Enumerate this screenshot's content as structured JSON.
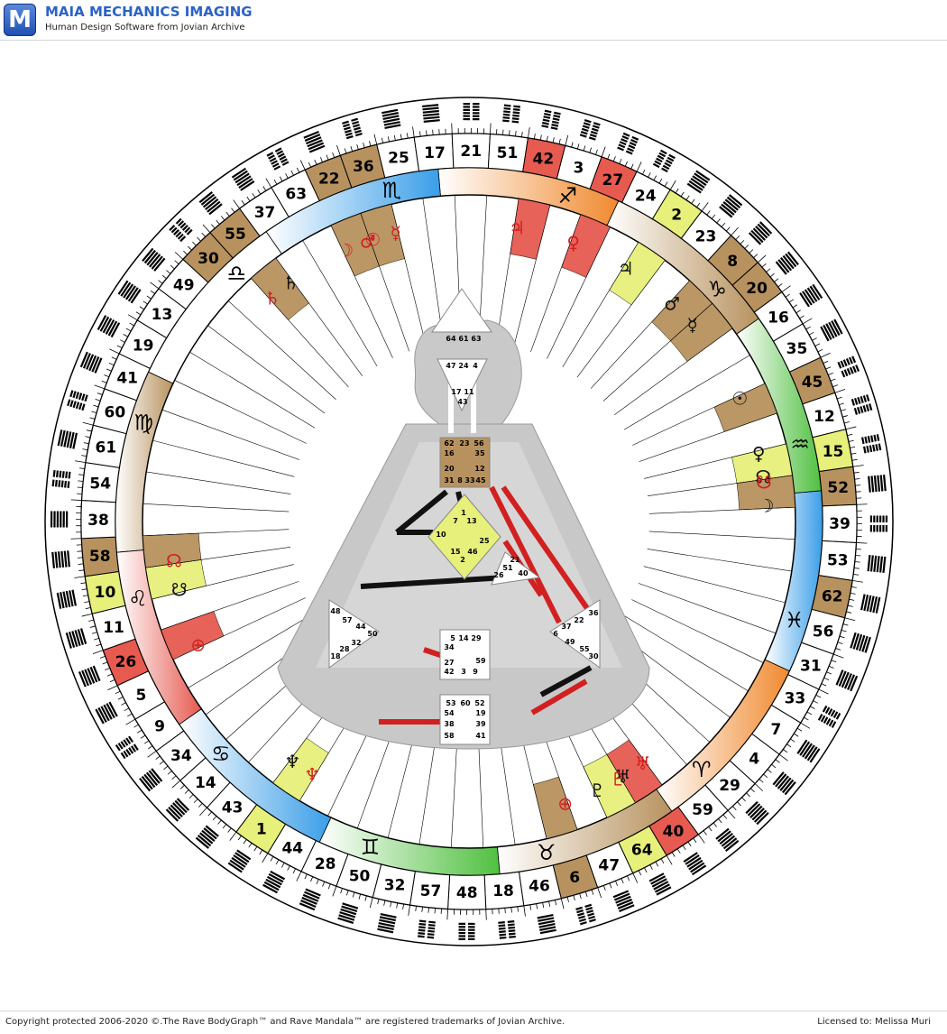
{
  "header": {
    "logo_letter": "M",
    "title": "MAIA MECHANICS IMAGING",
    "subtitle": "Human Design Software from Jovian Archive"
  },
  "footer": {
    "copyright": "Copyright protected 2006-2020 ©.The Rave BodyGraph™ and Rave Mandala™ are registered trademarks of Jovian Archive.",
    "license": "Licensed to: Melissa Muri"
  },
  "wheel": {
    "gates": [
      41,
      19,
      13,
      49,
      30,
      55,
      37,
      63,
      22,
      36,
      25,
      17,
      21,
      51,
      42,
      3,
      27,
      24,
      2,
      23,
      8,
      20,
      16,
      35,
      45,
      12,
      15,
      52,
      39,
      53,
      62,
      56,
      31,
      33,
      7,
      4,
      29,
      59,
      40,
      64,
      47,
      6,
      46,
      18,
      48,
      57,
      32,
      50,
      28,
      44,
      1,
      43,
      14,
      34,
      9,
      5,
      26,
      11,
      10,
      58,
      38,
      54,
      61,
      60
    ],
    "highlight": {
      "10": "#e6f07a",
      "1": "#e6f07a",
      "64": "#e6f07a",
      "2": "#e6f07a",
      "15": "#e6f07a",
      "26": "#e65a50",
      "40": "#e65a50",
      "42": "#e65a50",
      "27": "#e65a50",
      "58": "#b8925e",
      "30": "#b8925e",
      "55": "#b8925e",
      "22": "#b8925e",
      "36": "#b8925e",
      "6": "#b8925e",
      "62": "#b8925e",
      "8": "#b8925e",
      "20": "#b8925e",
      "45": "#b8925e",
      "52": "#b8925e"
    },
    "zodiac": [
      {
        "sign": "♑",
        "color": "#b8925e"
      },
      {
        "sign": "♐",
        "color": "#f08a30"
      },
      {
        "sign": "♏",
        "color": "#3a9ee8"
      },
      {
        "sign": "♎",
        "color": "#ffffff"
      },
      {
        "sign": "♍",
        "color": "#b8925e"
      },
      {
        "sign": "♌",
        "color": "#e65a50"
      },
      {
        "sign": "♋",
        "color": "#3a9ee8"
      },
      {
        "sign": "♊",
        "color": "#50c040"
      },
      {
        "sign": "♉",
        "color": "#b8925e"
      },
      {
        "sign": "♈",
        "color": "#f08a30"
      },
      {
        "sign": "♓",
        "color": "#3a9ee8"
      },
      {
        "sign": "♒",
        "color": "#50c040"
      }
    ],
    "planets": [
      {
        "glyph": "☊",
        "color": "#d22020",
        "gate": 58
      },
      {
        "glyph": "☋",
        "color": "#111111",
        "gate": 10
      },
      {
        "glyph": "⊕",
        "color": "#d22020",
        "gate": 26
      },
      {
        "glyph": "♆",
        "color": "#d22020",
        "gate": 1
      },
      {
        "glyph": "♆",
        "color": "#111111",
        "gate": 1
      },
      {
        "glyph": "♄",
        "color": "#d22020",
        "gate": 55
      },
      {
        "glyph": "♄",
        "color": "#111111",
        "gate": 55
      },
      {
        "glyph": "☽",
        "color": "#d22020",
        "gate": 22
      },
      {
        "glyph": "♂",
        "color": "#d22020",
        "gate": 22
      },
      {
        "glyph": "☉",
        "color": "#d22020",
        "gate": 36
      },
      {
        "glyph": "☿",
        "color": "#d22020",
        "gate": 36
      },
      {
        "glyph": "⊕",
        "color": "#d22020",
        "gate": 6
      },
      {
        "glyph": "♇",
        "color": "#d22020",
        "gate": 64
      },
      {
        "glyph": "♇",
        "color": "#111111",
        "gate": 64
      },
      {
        "glyph": "♅",
        "color": "#d22020",
        "gate": 40
      },
      {
        "glyph": "♅",
        "color": "#111111",
        "gate": 40
      },
      {
        "glyph": "♃",
        "color": "#d22020",
        "gate": 42
      },
      {
        "glyph": "♀",
        "color": "#d22020",
        "gate": 27
      },
      {
        "glyph": "♃",
        "color": "#111111",
        "gate": 2
      },
      {
        "glyph": "♂",
        "color": "#111111",
        "gate": 8
      },
      {
        "glyph": "☿",
        "color": "#111111",
        "gate": 20
      },
      {
        "glyph": "☉",
        "color": "#111111",
        "gate": 45
      },
      {
        "glyph": "♀",
        "color": "#111111",
        "gate": 15
      },
      {
        "glyph": "☊",
        "color": "#111111",
        "gate": 15
      },
      {
        "glyph": "☋",
        "color": "#d22020",
        "gate": 52
      },
      {
        "glyph": "☽",
        "color": "#111111",
        "gate": 52
      }
    ]
  },
  "bodygraph": {
    "head_gates": [
      "64",
      "61",
      "63"
    ],
    "ajna_gates": [
      "47",
      "24",
      "4",
      "17",
      "11",
      "43"
    ],
    "throat_gates": [
      "62",
      "23",
      "56",
      "16",
      "35",
      "20",
      "12",
      "31",
      "8",
      "33",
      "45"
    ],
    "g_gates": [
      "1",
      "7",
      "13",
      "10",
      "25",
      "15",
      "46",
      "2"
    ],
    "ego_gates": [
      "21",
      "51",
      "26",
      "40"
    ],
    "spleen_gates": [
      "48",
      "57",
      "44",
      "50",
      "32",
      "28",
      "18"
    ],
    "sacral_gates": [
      "5",
      "14",
      "29",
      "34",
      "59",
      "27",
      "42",
      "3",
      "9"
    ],
    "solar_gates": [
      "36",
      "22",
      "37",
      "6",
      "49",
      "55",
      "30"
    ],
    "root_gates": [
      "53",
      "60",
      "52",
      "54",
      "19",
      "38",
      "39",
      "58",
      "41"
    ]
  }
}
